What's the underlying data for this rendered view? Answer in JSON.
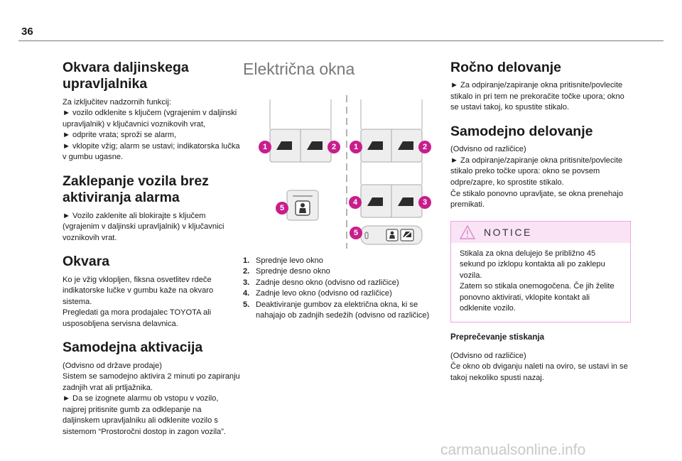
{
  "page_number": "36",
  "col1": {
    "s1_title_a": "Okvara daljinskega",
    "s1_title_b": "upravljalnika",
    "s1_text": "Za izključitev nadzornih funkcij:\n► vozilo odklenite s ključem (vgrajenim v daljinski upravljalnik) v ključavnici voznikovih vrat,\n► odprite vrata; sproži se alarm,\n► vklopite vžig; alarm se ustavi; indikatorska lučka v gumbu ugasne.",
    "s2_title_a": "Zaklepanje vozila brez",
    "s2_title_b": "aktiviranja alarma",
    "s2_text": "► Vozilo zaklenite ali blokirajte s ključem (vgrajenim v daljinski upravljalnik) v ključavnici voznikovih vrat.",
    "s3_title": "Okvara",
    "s3_text": "Ko je vžig vklopljen, fiksna osvetlitev rdeče indikatorske lučke v gumbu kaže na okvaro sistema.\nPregledati ga mora prodajalec TOYOTA ali usposobljena servisna delavnica.",
    "s4_title": "Samodejna aktivacija",
    "s4_text": "(Odvisno od države prodaje)\nSistem se samodejno aktivira 2 minuti po zapiranju zadnjih vrat ali prtljažnika.\n► Da se izognete alarmu ob vstopu v vozilo, najprej pritisnite gumb za odklepanje na daljinskem upravljalniku ali odklenite vozilo s sistemom “Prostoročni dostop in zagon vozila”."
  },
  "col2": {
    "title": "Električna okna",
    "callouts": [
      "1",
      "2",
      "1",
      "2",
      "5",
      "4",
      "3",
      "5"
    ],
    "accent_color": "#c81e8c",
    "legend": [
      {
        "n": "1.",
        "t": "Sprednje levo okno"
      },
      {
        "n": "2.",
        "t": "Sprednje desno okno"
      },
      {
        "n": "3.",
        "t": "Zadnje desno okno (odvisno od različice)"
      },
      {
        "n": "4.",
        "t": "Zadnje levo okno (odvisno od različice)"
      },
      {
        "n": "5.",
        "t": "Deaktiviranje gumbov za električna okna, ki se nahajajo ob zadnjih sedežih (odvisno od različice)"
      }
    ]
  },
  "col3": {
    "s1_title": "Ročno delovanje",
    "s1_text": "► Za odpiranje/zapiranje okna pritisnite/povlecite stikalo in pri tem ne prekoračite točke upora; okno se ustavi takoj, ko spustite stikalo.",
    "s2_title": "Samodejno delovanje",
    "s2_text": "(Odvisno od različice)\n► Za odpiranje/zapiranje okna pritisnite/povlecite stikalo preko točke upora: okno se povsem odpre/zapre, ko sprostite stikalo.\nČe stikalo ponovno upravljate, se okna prenehajo premikati.",
    "notice_title": "NOTICE",
    "notice_text": "Stikala za okna delujejo še približno 45 sekund po izklopu kontakta ali po zaklepu vozila.\nZatem so stikala onemogočena. Če jih želite ponovno aktivirati, vklopite kontakt ali odklenite vozilo.",
    "s3_title": "Preprečevanje stiskanja",
    "s3_text": "(Odvisno od različice)\nČe okno ob dviganju naleti na oviro, se ustavi in se takoj nekoliko spusti nazaj."
  },
  "watermark": "carmanualsonline.info"
}
